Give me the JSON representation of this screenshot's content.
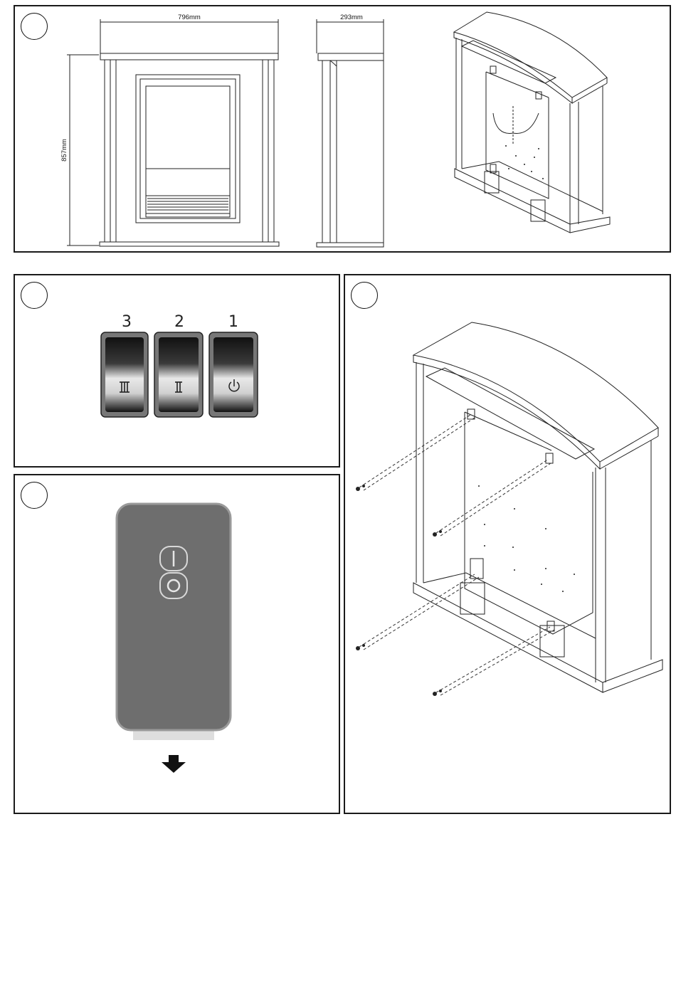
{
  "panel_1": {
    "front_view": {
      "width_dimension": "796mm",
      "height_dimension": "857mm"
    },
    "side_view": {
      "depth_dimension": "293mm"
    }
  },
  "panel_2": {
    "switches": [
      {
        "number": "3",
        "symbol": "III"
      },
      {
        "number": "2",
        "symbol": "II"
      },
      {
        "number": "1",
        "symbol": "power"
      }
    ]
  },
  "panel_3": {
    "remote": {
      "body_color": "#6e6e6e",
      "frame_color": "#9a9a9a",
      "buttons": [
        "on",
        "off"
      ]
    }
  },
  "panel_4": {
    "screws": 4
  }
}
